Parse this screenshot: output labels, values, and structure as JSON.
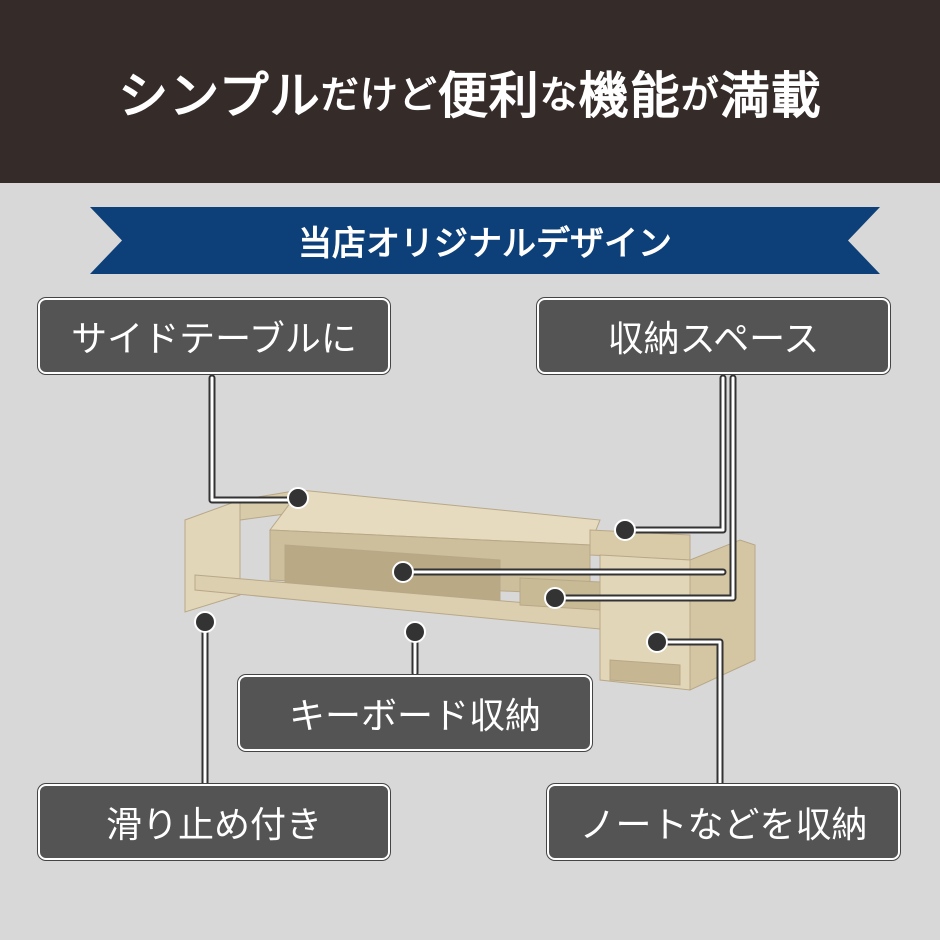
{
  "header": {
    "parts": [
      "シンプル",
      "だけど",
      "便利",
      "な",
      "機能",
      "が",
      "満載"
    ]
  },
  "ribbon": {
    "text": "当店オリジナルデザイン",
    "color": "#0d4079"
  },
  "labels": {
    "side_table": "サイドテーブルに",
    "storage_space": "収納スペース",
    "keyboard_storage": "キーボード収納",
    "anti_slip": "滑り止め付き",
    "notebook_storage": "ノートなどを収納"
  }
}
